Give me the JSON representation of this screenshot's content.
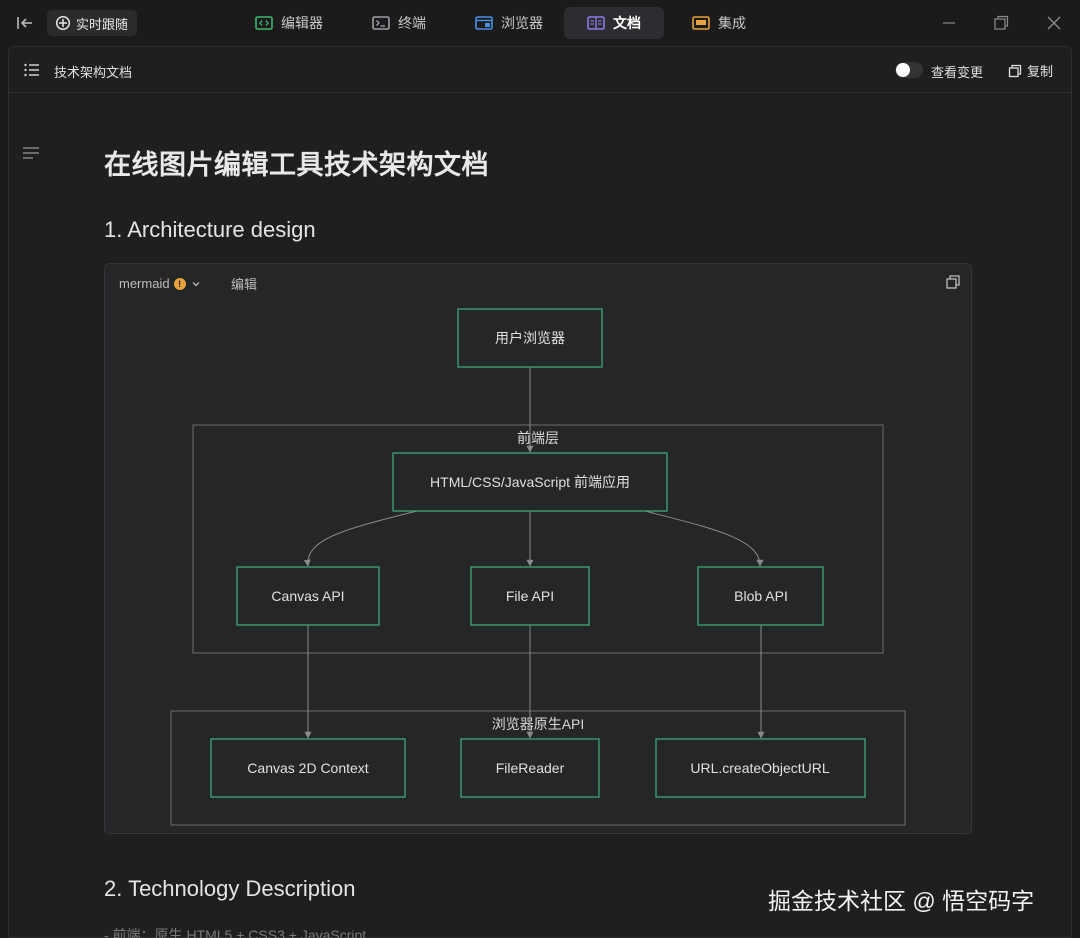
{
  "topbar": {
    "follow_label": "实时跟随",
    "tabs": [
      {
        "label": "编辑器",
        "icon": "code-icon",
        "color": "#3fb56f"
      },
      {
        "label": "终端",
        "icon": "terminal-icon",
        "color": "#9aa0a6"
      },
      {
        "label": "浏览器",
        "icon": "browser-icon",
        "color": "#4a90e2"
      },
      {
        "label": "文档",
        "icon": "document-icon",
        "color": "#8c7ae6"
      },
      {
        "label": "集成",
        "icon": "integration-icon",
        "color": "#e6a23c"
      }
    ],
    "active_tab": "文档"
  },
  "panel": {
    "doc_name": "技术架构文档",
    "view_changes_label": "查看变更",
    "view_changes_on": false,
    "copy_label": "复制"
  },
  "doc": {
    "title": "在线图片编辑工具技术架构文档",
    "section1": "1. Architecture design",
    "section2": "2. Technology Description",
    "peek": "- 前端：原生 HTML5 + CSS3 + JavaScript"
  },
  "mermaid": {
    "label": "mermaid",
    "edit_label": "编辑",
    "nodes": {
      "browser": "用户浏览器",
      "frontend_group": "前端层",
      "frontend_app": "HTML/CSS/JavaScript 前端应用",
      "canvas_api": "Canvas API",
      "file_api": "File API",
      "blob_api": "Blob API",
      "native_group": "浏览器原生API",
      "canvas_2d": "Canvas 2D Context",
      "file_reader": "FileReader",
      "object_url": "URL.createObjectURL"
    },
    "colors": {
      "node_border": "#3aa877",
      "edge": "#8a8a8a",
      "group_border": "#6e6e6e"
    }
  },
  "watermark": "掘金技术社区 @ 悟空码字"
}
